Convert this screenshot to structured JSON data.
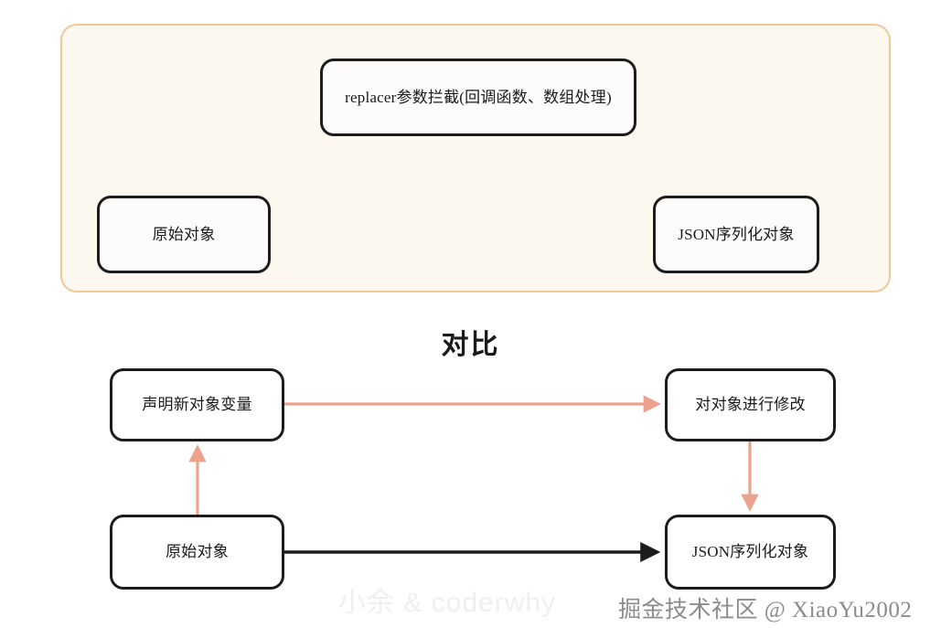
{
  "diagram": {
    "section_title": "对比",
    "top_panel": {
      "accent_color": "#f2c798",
      "background_color": "#fdf8ef",
      "nodes": {
        "replacer": "replacer参数拦截(回调函数、数组处理)",
        "source_object": "原始对象",
        "json_object": "JSON序列化对象"
      },
      "edges": [
        {
          "from": "原始对象",
          "to": "replacer参数拦截(回调函数、数组处理)",
          "color": "#1c1c1c",
          "style": "orthogonal-up-right"
        },
        {
          "from": "replacer参数拦截(回调函数、数组处理)",
          "to": "JSON序列化对象",
          "color": "#1c1c1c",
          "style": "orthogonal-right-down"
        },
        {
          "from": "原始对象",
          "to": "JSON序列化对象",
          "color": "#1c1c1c",
          "style": "straight-right"
        }
      ]
    },
    "bottom_panel": {
      "accent_color": "#eda28e",
      "nodes": {
        "declare_variable": "声明新对象变量",
        "modify_object": "对对象进行修改",
        "source_object": "原始对象",
        "json_object": "JSON序列化对象"
      },
      "edges": [
        {
          "from": "声明新对象变量",
          "to": "对对象进行修改",
          "color": "#eda28e",
          "style": "straight-right"
        },
        {
          "from": "对对象进行修改",
          "to": "JSON序列化对象",
          "color": "#eda28e",
          "style": "straight-down"
        },
        {
          "from": "原始对象",
          "to": "声明新对象变量",
          "color": "#eda28e",
          "style": "straight-up"
        },
        {
          "from": "原始对象",
          "to": "JSON序列化对象",
          "color": "#1c1c1c",
          "style": "straight-right"
        }
      ]
    }
  },
  "watermarks": {
    "left": "小余 & coderwhy",
    "right": "掘金技术社区 @ XiaoYu2002"
  }
}
